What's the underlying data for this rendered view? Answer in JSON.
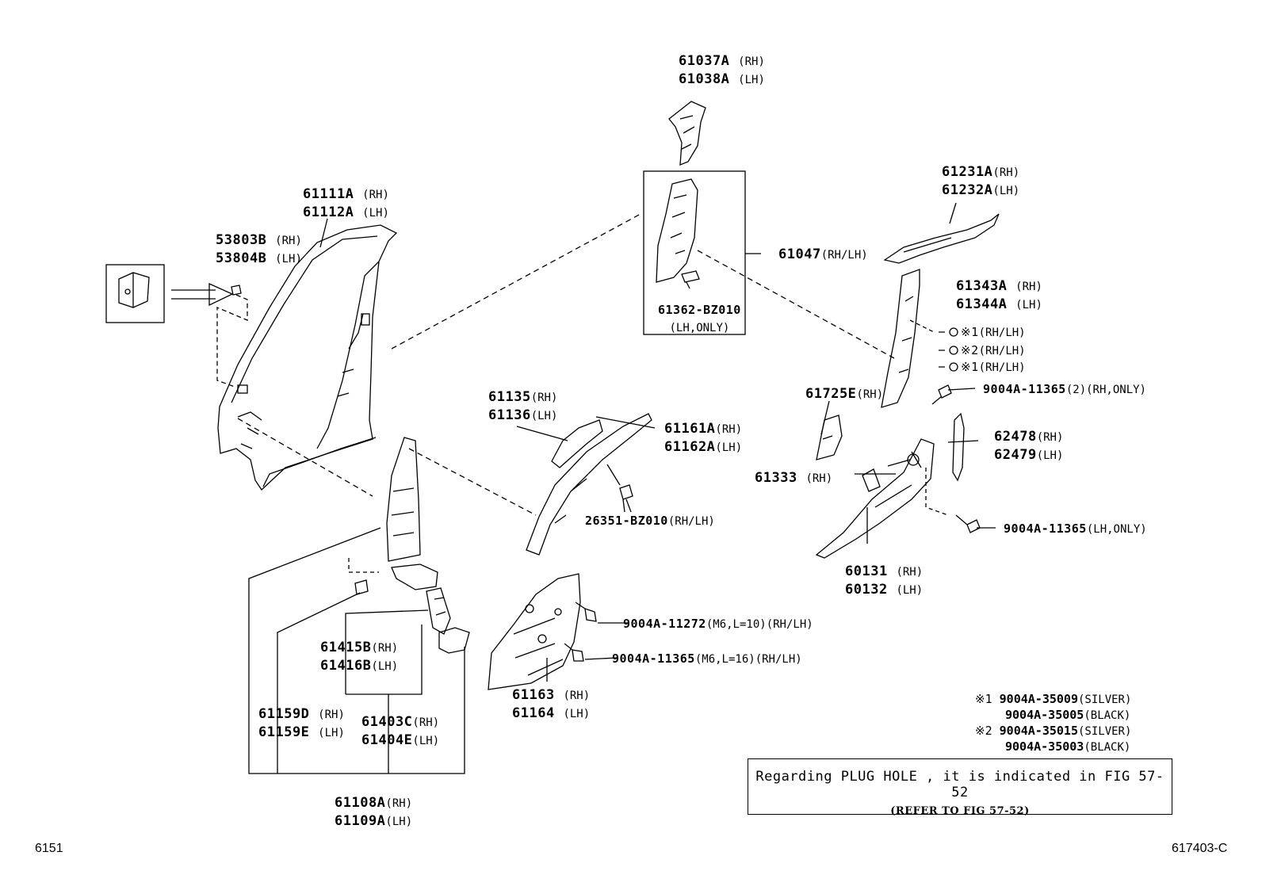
{
  "callouts": [
    {
      "id": "p61037",
      "lines": [
        {
          "num": "61037A",
          "sfx": "(RH)"
        },
        {
          "num": "61038A",
          "sfx": "(LH)"
        }
      ]
    },
    {
      "id": "p61111",
      "lines": [
        {
          "num": "61111A",
          "sfx": "(RH)"
        },
        {
          "num": "61112A",
          "sfx": "(LH)"
        }
      ]
    },
    {
      "id": "p53803",
      "lines": [
        {
          "num": "53803B",
          "sfx": "(RH)"
        },
        {
          "num": "53804B",
          "sfx": "(LH)"
        }
      ]
    },
    {
      "id": "p61047",
      "lines": [
        {
          "num": "61047",
          "sfx": "(RH/LH)"
        }
      ]
    },
    {
      "id": "p61362",
      "lines": [
        {
          "num": "61362-BZ010",
          "sfx": ""
        },
        {
          "num": "",
          "sfx": "(LH,ONLY)"
        }
      ]
    },
    {
      "id": "p61231",
      "lines": [
        {
          "num": "61231A",
          "sfx": "(RH)"
        },
        {
          "num": "61232A",
          "sfx": "(LH)"
        }
      ]
    },
    {
      "id": "p61343",
      "lines": [
        {
          "num": "61343A",
          "sfx": "(RH)"
        },
        {
          "num": "61344A",
          "sfx": "(LH)"
        }
      ]
    },
    {
      "id": "p61135",
      "lines": [
        {
          "num": "61135",
          "sfx": "(RH)"
        },
        {
          "num": "61136",
          "sfx": "(LH)"
        }
      ]
    },
    {
      "id": "p61161",
      "lines": [
        {
          "num": "61161A",
          "sfx": "(RH)"
        },
        {
          "num": "61162A",
          "sfx": "(LH)"
        }
      ]
    },
    {
      "id": "p26351",
      "lines": [
        {
          "num": "26351-BZ010",
          "sfx": "(RH/LH)"
        }
      ]
    },
    {
      "id": "p61725",
      "lines": [
        {
          "num": "61725E",
          "sfx": "(RH)"
        }
      ]
    },
    {
      "id": "p61333",
      "lines": [
        {
          "num": "61333",
          "sfx": "(RH)"
        }
      ]
    },
    {
      "id": "p9004a_2",
      "lines": [
        {
          "num": "9004A-11365",
          "sfx": "(2)(RH,ONLY)"
        }
      ]
    },
    {
      "id": "p62478",
      "lines": [
        {
          "num": "62478",
          "sfx": "(RH)"
        },
        {
          "num": "62479",
          "sfx": "(LH)"
        }
      ]
    },
    {
      "id": "p9004a_lh",
      "lines": [
        {
          "num": "9004A-11365",
          "sfx": "(LH,ONLY)"
        }
      ]
    },
    {
      "id": "p60131",
      "lines": [
        {
          "num": "60131",
          "sfx": "(RH)"
        },
        {
          "num": "60132",
          "sfx": "(LH)"
        }
      ]
    },
    {
      "id": "p9004a_m6a",
      "lines": [
        {
          "num": "9004A-11272",
          "sfx": "(M6,L=10)(RH/LH)"
        }
      ]
    },
    {
      "id": "p9004a_m6b",
      "lines": [
        {
          "num": "9004A-11365",
          "sfx": "(M6,L=16)(RH/LH)"
        }
      ]
    },
    {
      "id": "p61163",
      "lines": [
        {
          "num": "61163",
          "sfx": "(RH)"
        },
        {
          "num": "61164",
          "sfx": "(LH)"
        }
      ]
    },
    {
      "id": "p61415",
      "lines": [
        {
          "num": "61415B",
          "sfx": "(RH)"
        },
        {
          "num": "61416B",
          "sfx": "(LH)"
        }
      ]
    },
    {
      "id": "p61159",
      "lines": [
        {
          "num": "61159D",
          "sfx": "(RH)"
        },
        {
          "num": "61159E",
          "sfx": "(LH)"
        }
      ]
    },
    {
      "id": "p61403",
      "lines": [
        {
          "num": "61403C",
          "sfx": "(RH)"
        },
        {
          "num": "61404E",
          "sfx": "(LH)"
        }
      ]
    },
    {
      "id": "p61108",
      "lines": [
        {
          "num": "61108A",
          "sfx": "(RH)"
        },
        {
          "num": "61109A",
          "sfx": "(LH)"
        }
      ]
    }
  ],
  "marks": [
    {
      "mark": "※1",
      "sfx": "(RH/LH)"
    },
    {
      "mark": "※2",
      "sfx": "(RH/LH)"
    },
    {
      "mark": "※1",
      "sfx": "(RH/LH)"
    }
  ],
  "legend": [
    {
      "mark": "※1",
      "num": "9004A-35009",
      "sfx": "(SILVER)"
    },
    {
      "mark": "",
      "num": "9004A-35005",
      "sfx": "(BLACK)"
    },
    {
      "mark": "※2",
      "num": "9004A-35015",
      "sfx": "(SILVER)"
    },
    {
      "mark": "",
      "num": "9004A-35003",
      "sfx": "(BLACK)"
    }
  ],
  "plug_note": {
    "line1": "Regarding PLUG HOLE , it is indicated in FIG 57-52",
    "line2": "(REFER TO FIG 57-52)"
  },
  "page_code": "6151",
  "figure_code": "617403-C"
}
